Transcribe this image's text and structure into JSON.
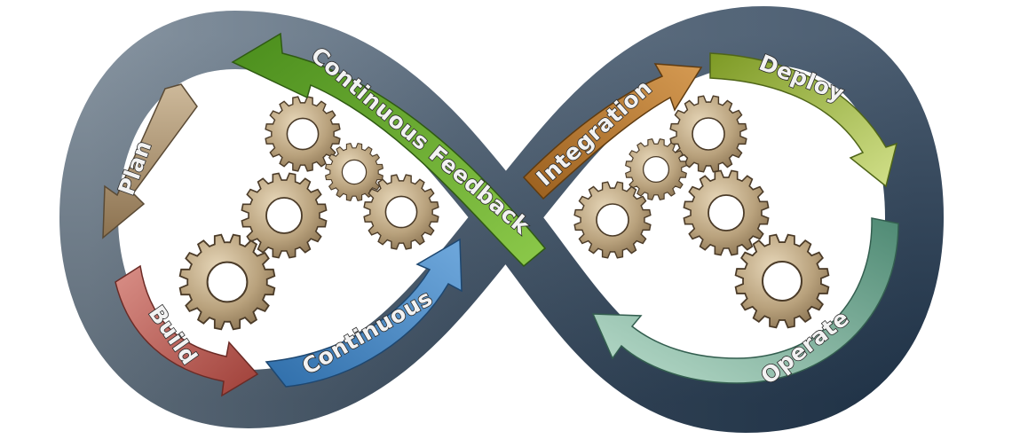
{
  "diagram": {
    "stages": [
      {
        "id": "plan",
        "label": "Plan",
        "color": "#a88f6c"
      },
      {
        "id": "build",
        "label": "Build",
        "color": "#b55e57"
      },
      {
        "id": "continuous",
        "label": "Continuous",
        "color": "#3a7cb8"
      },
      {
        "id": "integration",
        "label": "Integration",
        "color": "#b4762e"
      },
      {
        "id": "deploy",
        "label": "Deploy",
        "color": "#95ad33"
      },
      {
        "id": "operate",
        "label": "Operate",
        "color": "#6f9e8b"
      },
      {
        "id": "feedback",
        "label": "Continuous Feedback",
        "color": "#5f9f2f"
      }
    ],
    "colors": {
      "band_left": "#6c7c8c",
      "band_right": "#2e4257",
      "gear_fill": "#bca98a",
      "gear_stroke": "#4b3b28"
    },
    "icons": [
      "gear-icon"
    ]
  }
}
